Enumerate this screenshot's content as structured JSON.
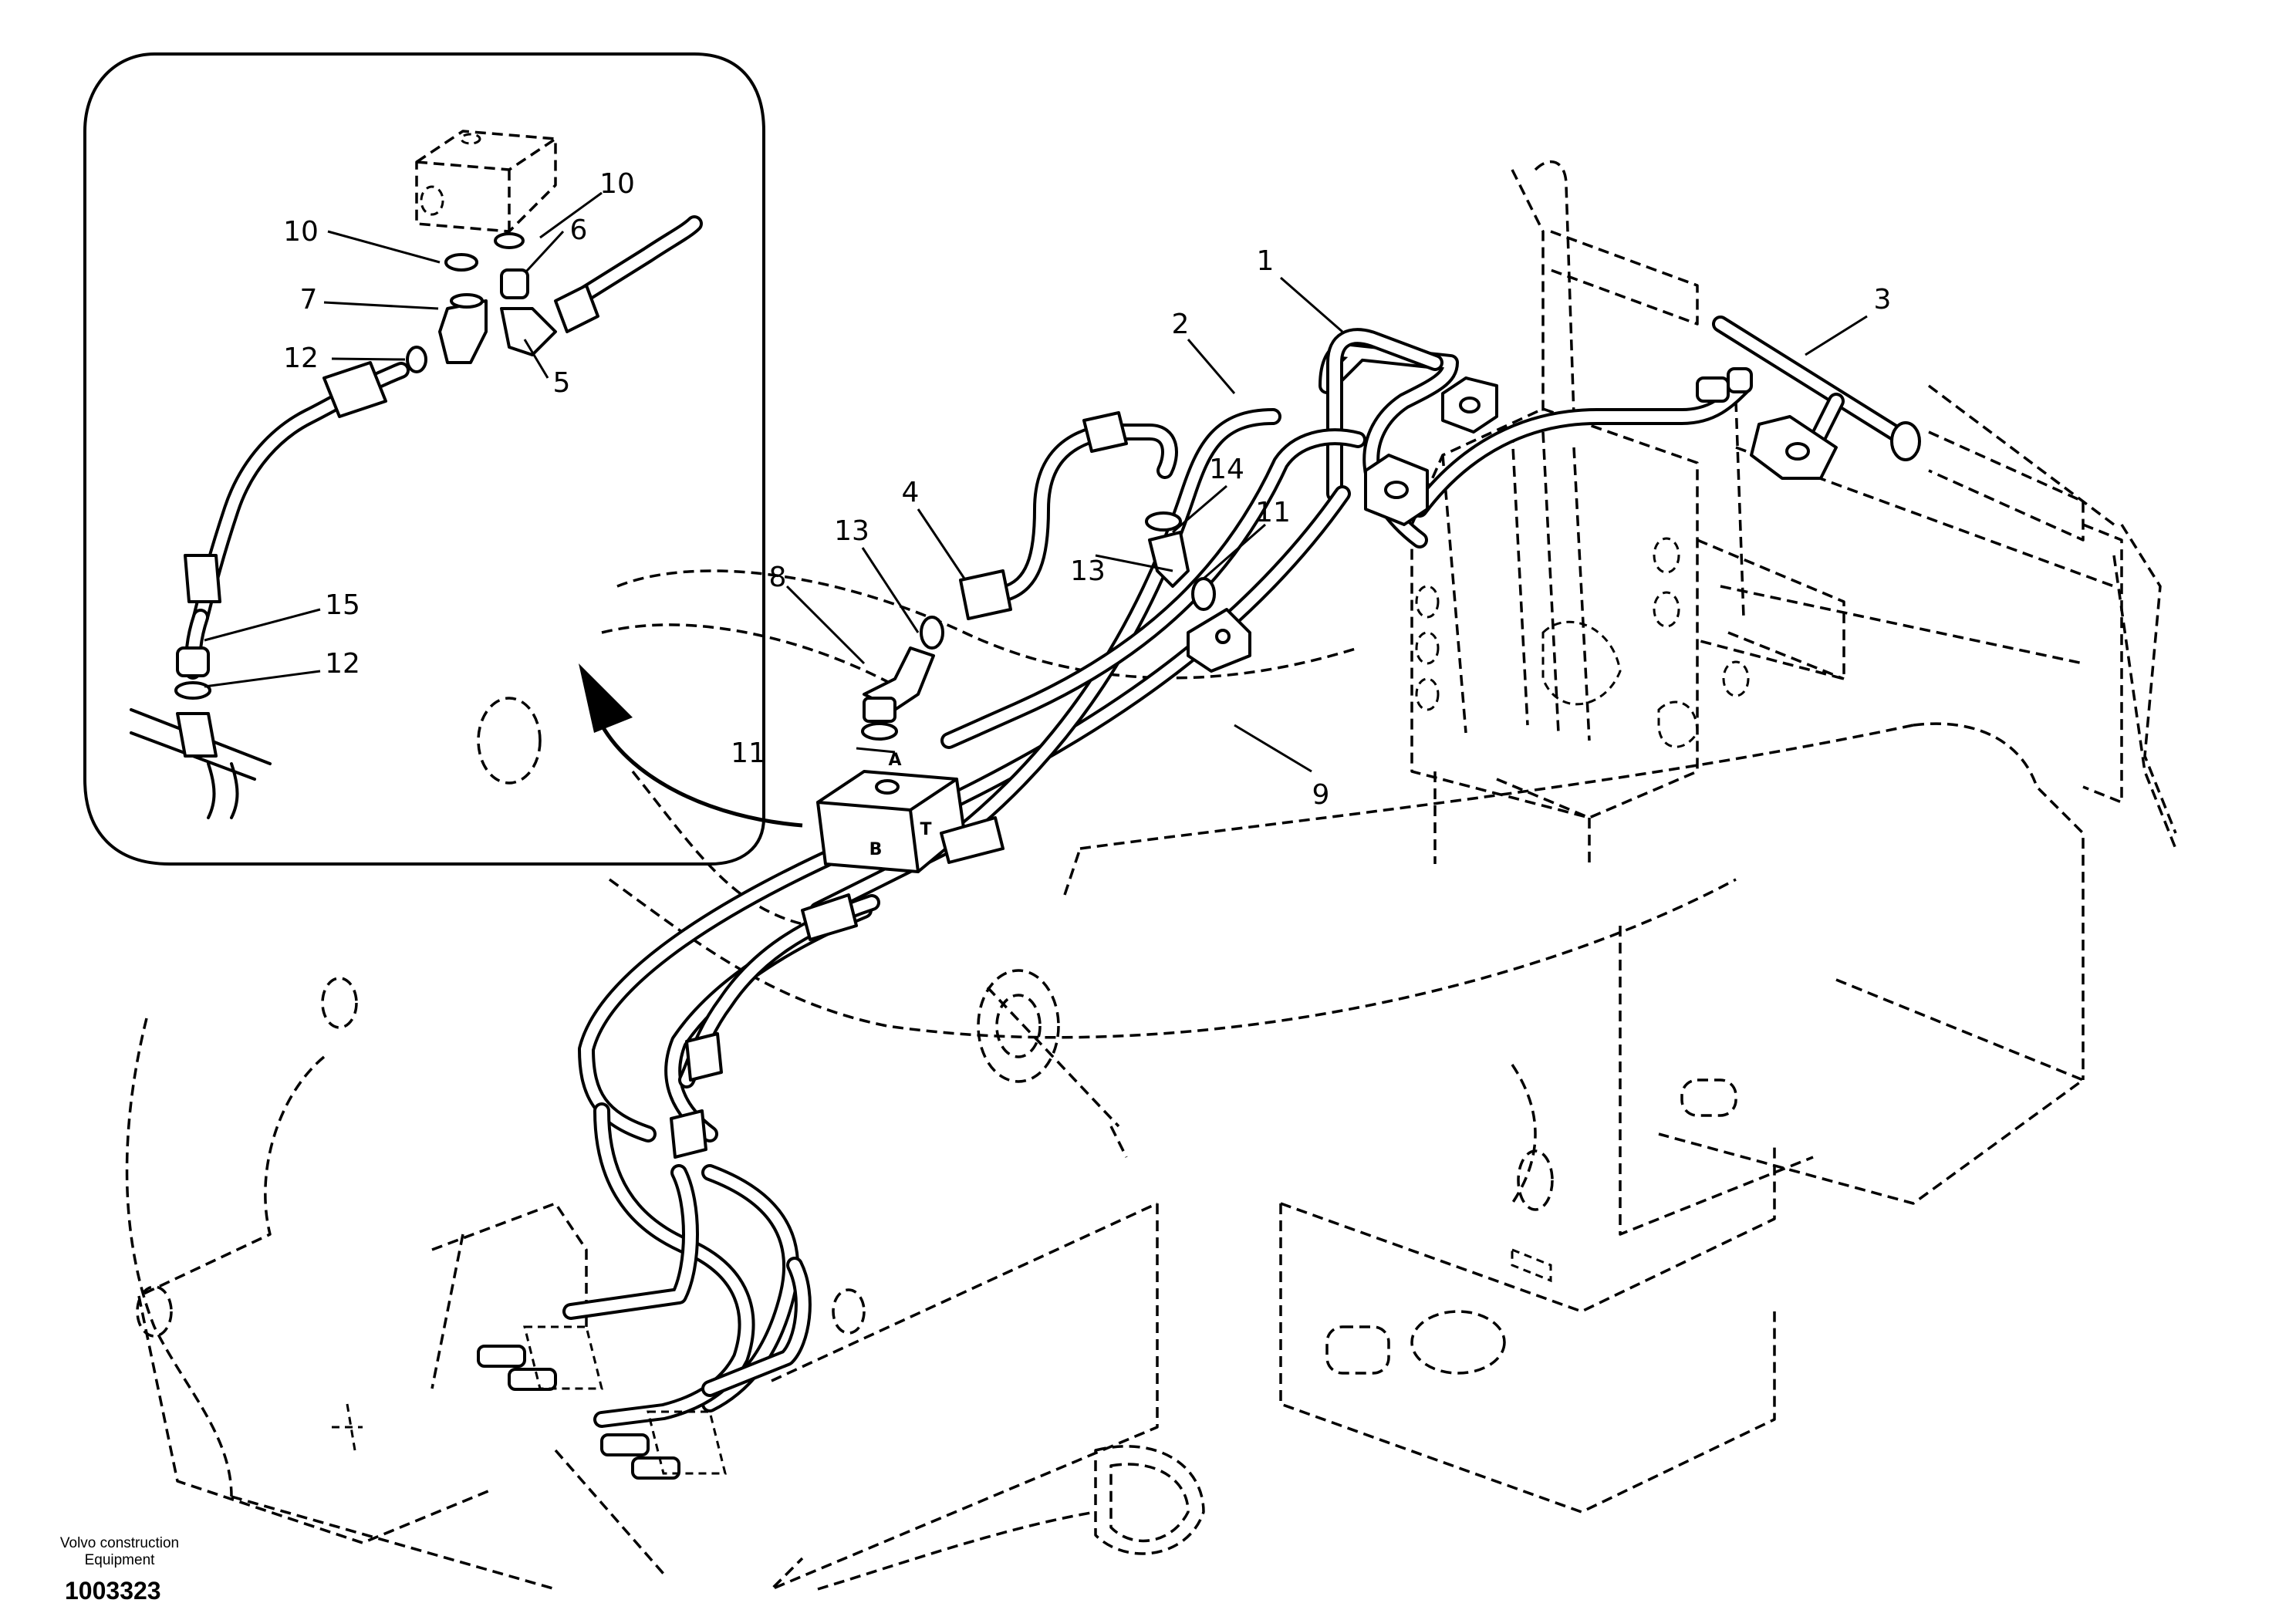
{
  "callouts": [
    "1",
    "2",
    "3",
    "4",
    "5",
    "6",
    "7",
    "8",
    "9",
    "10",
    "11",
    "12",
    "13",
    "14",
    "15"
  ],
  "ports": {
    "a": "A",
    "b": "B",
    "t": "T"
  },
  "footer": {
    "company_line1": "Volvo construction",
    "company_line2": "Equipment",
    "drawing_number": "1003323"
  }
}
